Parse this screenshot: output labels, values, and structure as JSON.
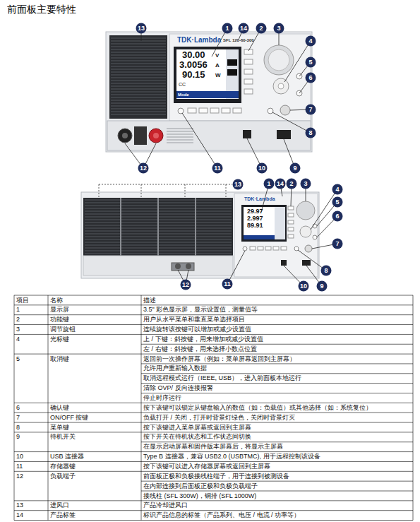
{
  "diagram": {
    "title": "前面板主要特性",
    "labels": [
      "TDK·Lambda",
      "SFL 120-60-300",
      "30.00",
      "V",
      "3.0056",
      "A",
      "90.15",
      "W",
      "CC",
      "Mode",
      "TDK·Lambda",
      "29.97",
      "2.997",
      "89.91",
      "13",
      "1",
      "14",
      "2",
      "3",
      "4",
      "5",
      "6",
      "7",
      "8",
      "9",
      "10",
      "11",
      "12",
      "13",
      "1",
      "14",
      "2",
      "3",
      "4",
      "5",
      "6",
      "7",
      "8",
      "9",
      "10",
      "11",
      "12",
      "项目",
      "名称",
      "描述",
      "1",
      "显示屏",
      "3.5\" 彩色显示屏，显示设置值，测量值等",
      "2",
      "功能键",
      "用户从水平菜单和垂直菜单选择项目",
      "3",
      "调节旋钮",
      "连续旋转该按键可以增加或减少设置值",
      "4",
      "光标键",
      "上 / 下键：斜按键，用来增加或减少设置值",
      "左 / 右键：斜按键，用来选择小数点位置",
      "5",
      "取消键",
      "返回前一次操作屏幕（例如：菜单屏幕返回到主屏幕）",
      "允许用户重新输入数据",
      "取消远程模式运行（IEEE, USB），进入前面板本地运行",
      "清除 OVP/ 反向连接报警",
      "停止时序运行",
      "6",
      "确认键",
      "按下该键可以锁定从键盘输入的数值（如：负载值）或其他选择（如：系统复位）",
      "7",
      "ON/OFF 按键",
      "负载打开 / 关闭，打开时背景灯绿色，关闭时背景灯灭",
      "8",
      "菜单键",
      "按下该键进入菜单屏幕或返回到主屏幕",
      "9",
      "待机开关",
      "按下开关在待机状态和工作状态间切换",
      "在显示启动屏幕和固件版本屏幕后，将显示主屏幕",
      "10",
      "USB 连接器",
      "Type B 连接器，兼容 USB2.0 (USBTMC), 用于远程控制该设备",
      "11",
      "存储器键",
      "按下该键可以进入存储器屏幕或返回到主屏幕",
      "12",
      "负载端子",
      "前面板正极和负极接线柱端子，用于连接到被测设备",
      "在内部连接到后面板正极和负极负载端子",
      "接线柱 (SFL 300W)，铜排 (SFL 1000W)",
      "13",
      "进风口",
      "产品冷却进风口",
      "14",
      "产品标签",
      "标识产品信息的标签（产品系列、电压 / 电流 / 功率等）"
    ]
  }
}
